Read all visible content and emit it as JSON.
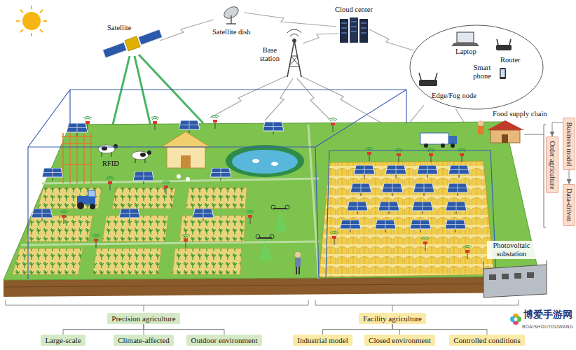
{
  "diagram": {
    "nodes": [
      {
        "text": [
          "Precision agriculture"
        ]
      },
      {
        "text": [
          "Large-scale"
        ]
      },
      {
        "text": [
          "Climate-affected"
        ]
      },
      {
        "text": [
          "Outdoor environment"
        ]
      },
      {
        "text": [
          "Facility agriculture"
        ]
      },
      {
        "text": [
          "Industrial model"
        ]
      },
      {
        "text": [
          "Closed environment"
        ]
      },
      {
        "text": [
          "Controlled conditions"
        ]
      },
      {
        "text": [
          "Business model"
        ]
      },
      {
        "text": [
          "Order agriculture"
        ]
      },
      {
        "text": [
          "Data-driven"
        ]
      }
    ],
    "edges": [
      {
        "from": 0,
        "to": 1,
        "arrow": "none"
      },
      {
        "from": 0,
        "to": 2,
        "arrow": "none"
      },
      {
        "from": 0,
        "to": 3,
        "arrow": "none"
      },
      {
        "from": 4,
        "to": 5,
        "arrow": "none"
      },
      {
        "from": 4,
        "to": 6,
        "arrow": "none"
      },
      {
        "from": 4,
        "to": 7,
        "arrow": "none"
      },
      {
        "from": 8,
        "to": 9,
        "arrow": "to"
      },
      {
        "from": 8,
        "to": 10,
        "arrow": "to"
      }
    ],
    "labels": [
      "Satellite",
      "Satellite dish",
      "Cloud center",
      "Base station",
      "Laptop",
      "Router",
      "Smart phone",
      "Edge/Fog node",
      "Food supply chain",
      "RFID",
      "Photovoltaic substation",
      "博爱手游网",
      "BOAISHOUYOUWANG"
    ]
  }
}
